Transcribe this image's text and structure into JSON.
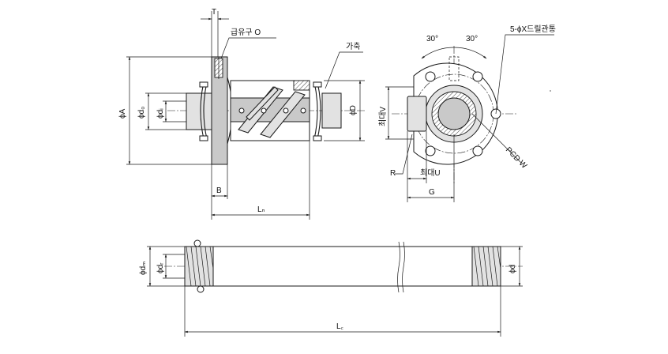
{
  "labels": {
    "T": "T",
    "oil_port": "급유구 O",
    "flange_label": "가축",
    "A": "ϕA",
    "d_o": "ϕd₀",
    "d_i": "ϕdᵢ",
    "D": "ϕD",
    "B": "B",
    "L_n": "Lₙ",
    "angle_left": "30°",
    "angle_right": "30°",
    "drill": "5-ϕX드릴관통",
    "max_V": "최대V",
    "R": "R",
    "max_U": "최대U",
    "G": "G",
    "PCD": "PCD W",
    "d_m": "ϕdₘ",
    "d_r": "ϕdᵣ",
    "d": "ϕd",
    "L_c": "L꜀"
  }
}
